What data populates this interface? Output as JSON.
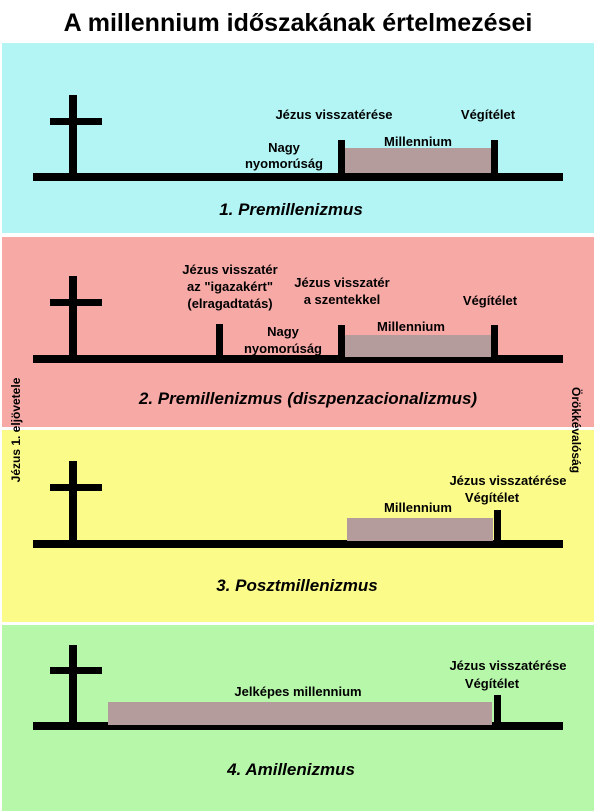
{
  "title": "A millennium időszakának értelmezései",
  "side_labels": {
    "left": "Jézus 1. eljövetele",
    "right": "Örökkévalóság"
  },
  "colors": {
    "panel1": "#b3f5f5",
    "panel2": "#f7a9a6",
    "panel3": "#fbfb8a",
    "panel4": "#b6f7aa",
    "bar": "#b59c9c",
    "line": "#000000"
  },
  "panels": [
    {
      "caption": "1. Premillenizmus",
      "labels": {
        "jesus_return": "Jézus visszatérése",
        "judgement": "Végítélet",
        "tribulation_1": "Nagy",
        "tribulation_2": "nyomorúság",
        "millennium": "Millennium"
      }
    },
    {
      "caption": "2. Premillenizmus (diszpenzacionalizmus)",
      "labels": {
        "rapture_1": "Jézus visszatér",
        "rapture_2": "az \"igazakért\"",
        "rapture_3": "(elragadtatás)",
        "return_1": "Jézus visszatér",
        "return_2": "a szentekkel",
        "judgement": "Végítélet",
        "tribulation_1": "Nagy",
        "tribulation_2": "nyomorúság",
        "millennium": "Millennium"
      }
    },
    {
      "caption": "3. Posztmillenizmus",
      "labels": {
        "jesus_return": "Jézus visszatérése",
        "judgement": "Végítélet",
        "millennium": "Millennium"
      }
    },
    {
      "caption": "4. Amillenizmus",
      "labels": {
        "jesus_return": "Jézus visszatérése",
        "judgement": "Végítélet",
        "millennium": "Jelképes millennium"
      }
    }
  ]
}
